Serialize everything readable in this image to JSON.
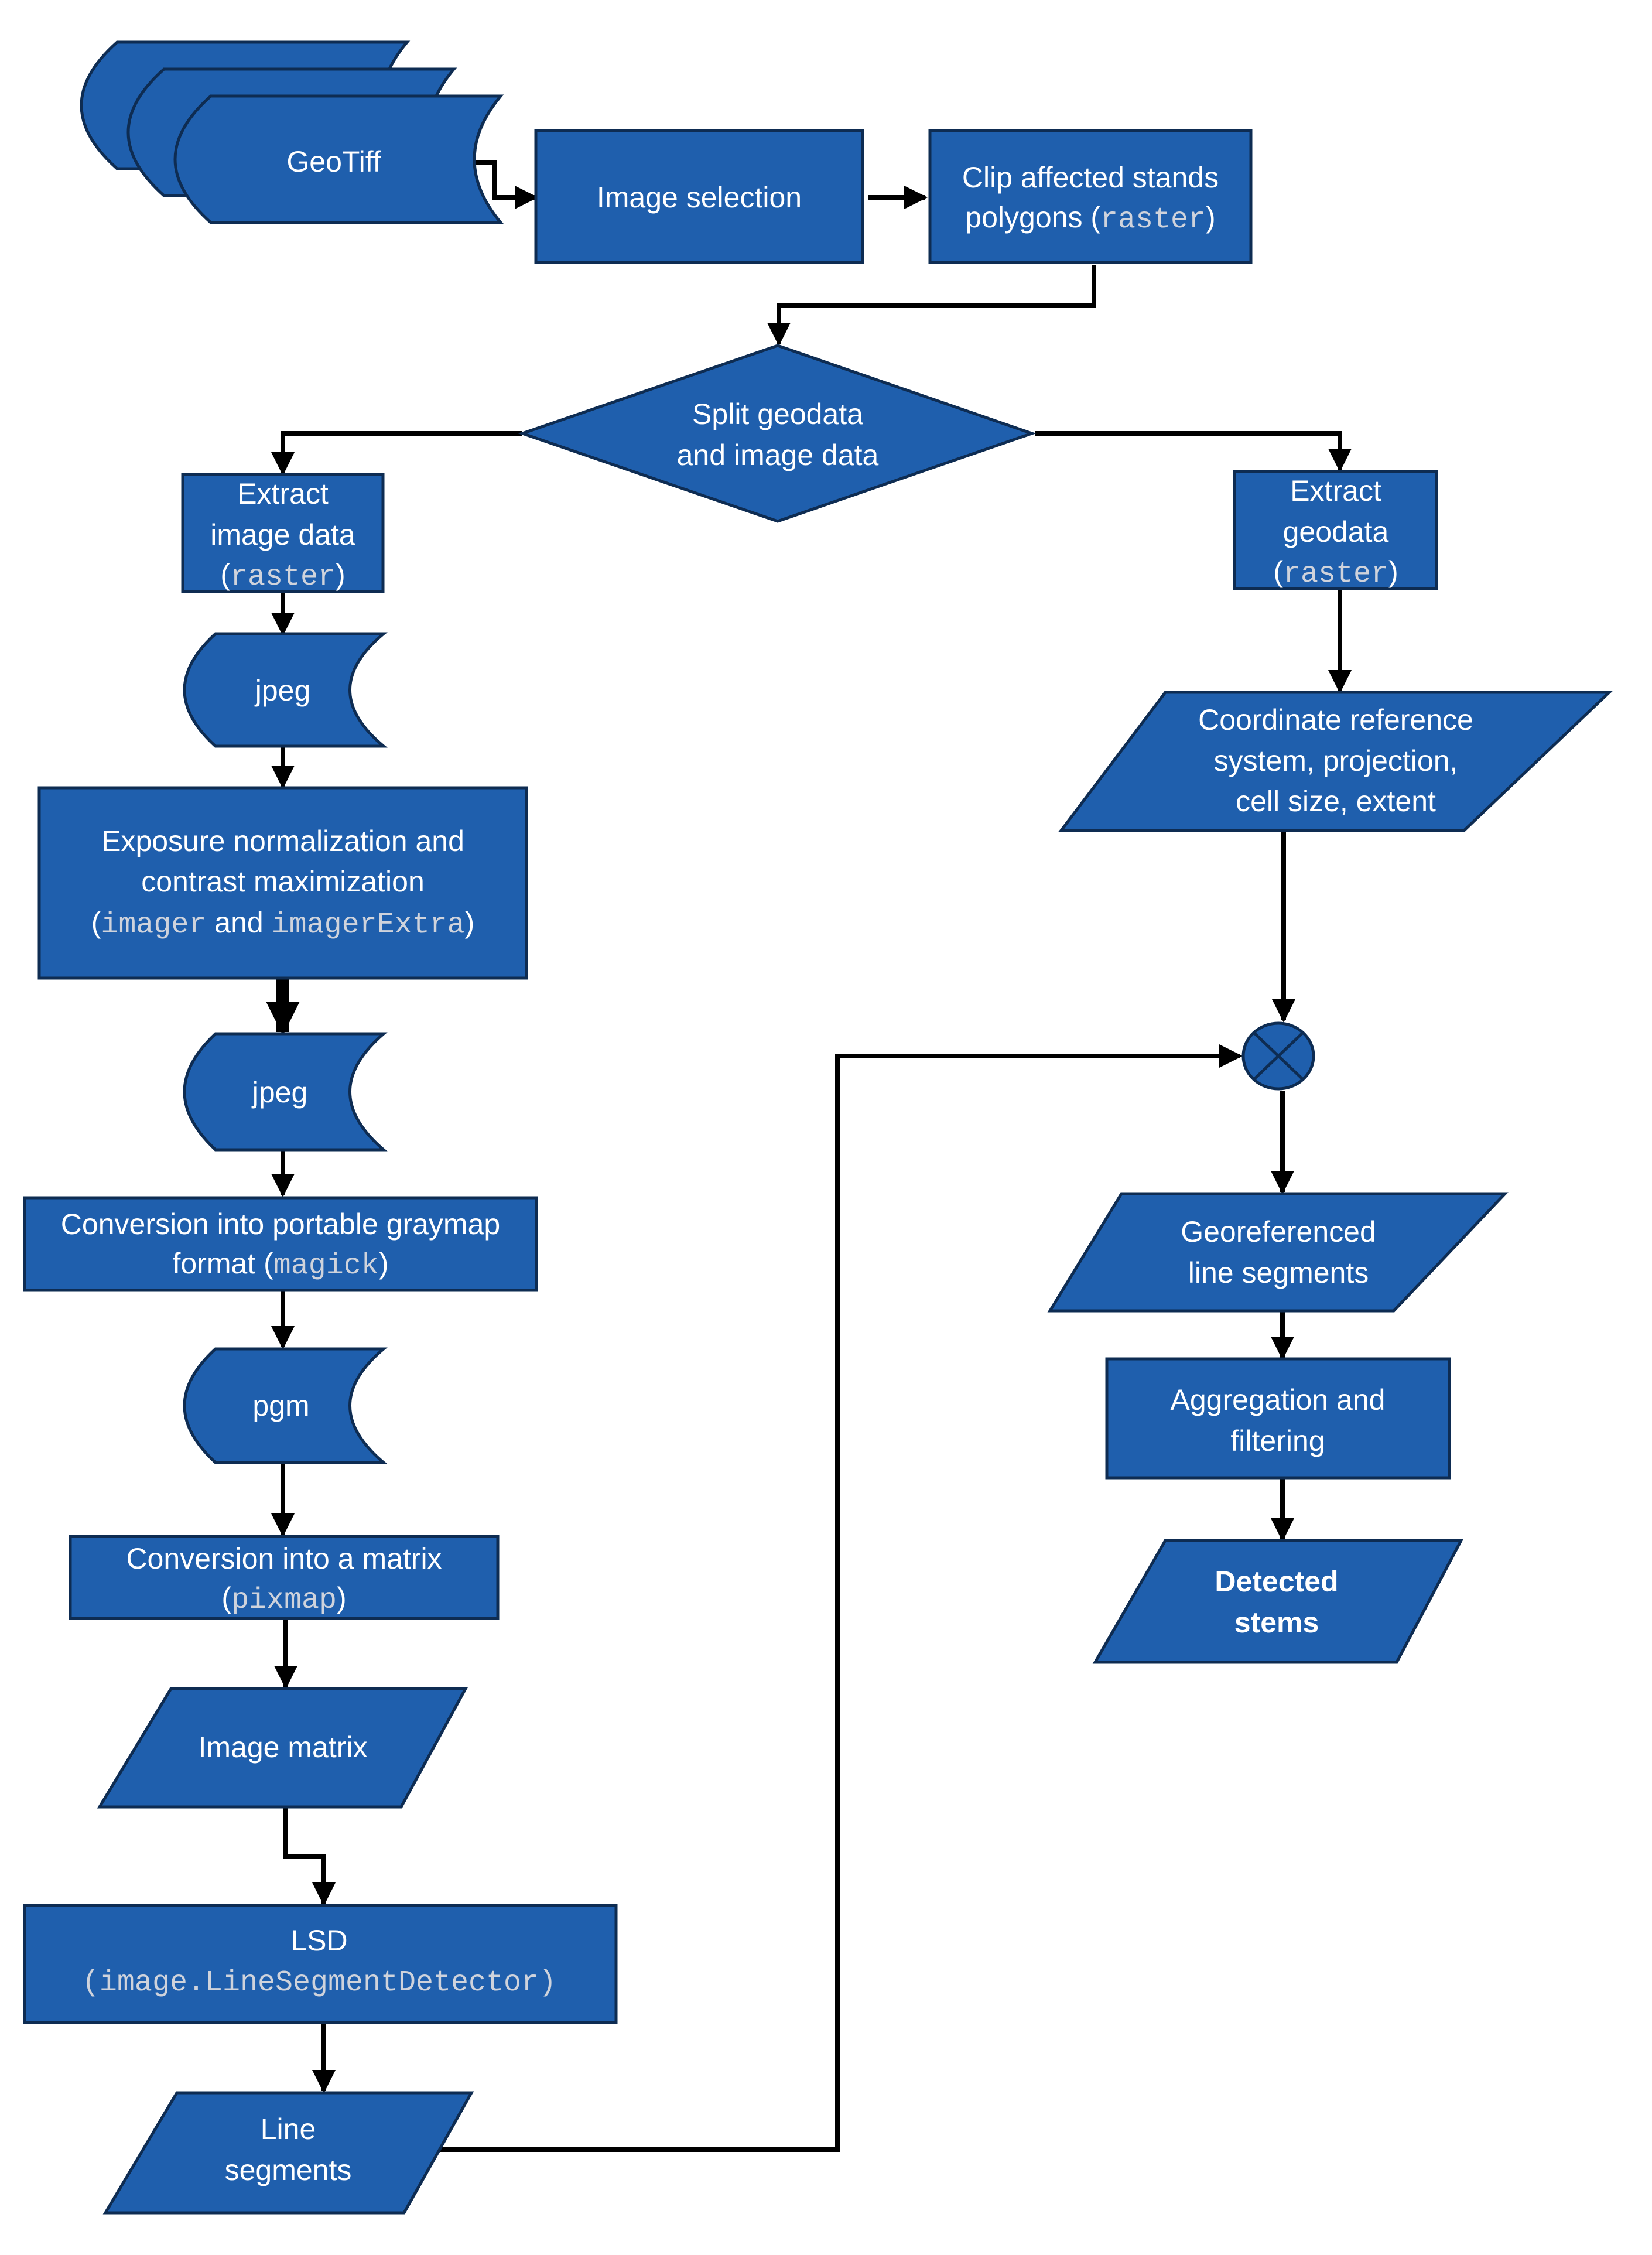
{
  "diagram": {
    "input": {
      "label": "GeoTiff"
    },
    "nodes": {
      "image_selection": {
        "text": "Image selection"
      },
      "clip": {
        "line1": "Clip affected stands",
        "line2_pre": "polygons (",
        "line2_code": "raster",
        "line2_post": ")"
      },
      "split": {
        "line1": "Split geodata",
        "line2": "and image data"
      },
      "extract_image": {
        "line1": "Extract",
        "line2": "image data",
        "line3_pre": "(",
        "line3_code": "raster",
        "line3_post": ")"
      },
      "jpeg1": {
        "text": "jpeg"
      },
      "exposure": {
        "line1": "Exposure normalization and",
        "line2": "contrast maximization",
        "line3_pre": "(",
        "line3_code1": "imager",
        "line3_mid": " and ",
        "line3_code2": "imagerExtra",
        "line3_post": ")"
      },
      "jpeg2": {
        "text": "jpeg"
      },
      "conversion_pgm": {
        "line1": "Conversion into portable  graymap",
        "line2_pre": "format (",
        "line2_code": "magick",
        "line2_post": ")"
      },
      "pgm": {
        "text": "pgm"
      },
      "conversion_matrix": {
        "line1": "Conversion into a matrix",
        "line2_pre": "(",
        "line2_code": "pixmap",
        "line2_post": ")"
      },
      "image_matrix": {
        "text": "Image matrix"
      },
      "lsd": {
        "line1": "LSD",
        "line2_code": "(image.LineSegmentDetector)"
      },
      "line_segments": {
        "line1": "Line",
        "line2": "segments"
      },
      "extract_geo": {
        "line1": "Extract",
        "line2": "geodata",
        "line3_pre": "(",
        "line3_code": "raster",
        "line3_post": ")"
      },
      "crs": {
        "line1": "Coordinate reference",
        "line2": "system, projection,",
        "line3": "cell size, extent"
      },
      "georef": {
        "line1": "Georeferenced",
        "line2": "line segments"
      },
      "aggregation": {
        "line1": "Aggregation and",
        "line2": "filtering"
      },
      "detected": {
        "line1": "Detected",
        "line2": "stems"
      }
    },
    "colors": {
      "fill": "#1f5fad",
      "stroke": "#0e2c52",
      "code_text": "#cfd3dc",
      "connector": "#000000"
    }
  }
}
